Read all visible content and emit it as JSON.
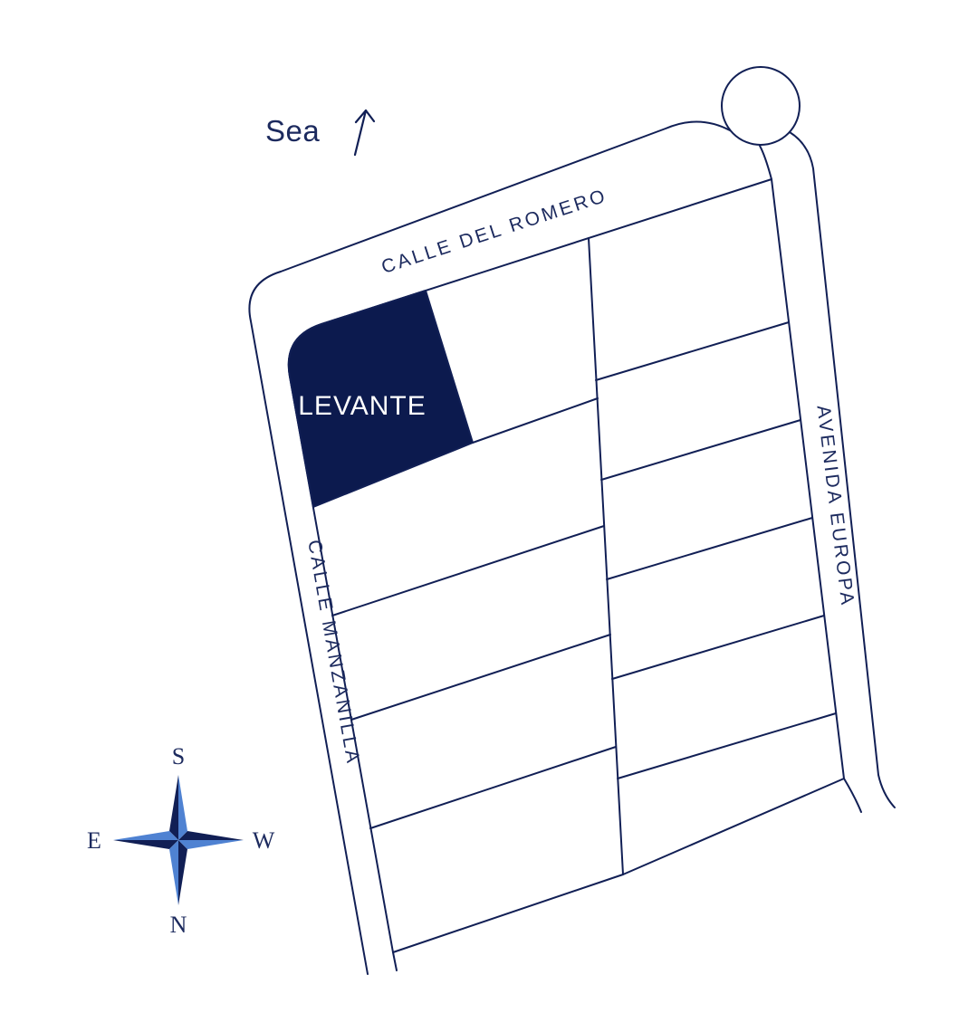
{
  "map": {
    "sea": {
      "label": "Sea"
    },
    "streets": {
      "romero": {
        "label": "CALLE DEL ROMERO"
      },
      "manzanilla": {
        "label": "CALLE MANZANILLA"
      },
      "europa": {
        "label": "AVENIDA EUROPA"
      }
    },
    "plot": {
      "label": "LEVANTE"
    },
    "compass": {
      "top": "S",
      "bottom": "N",
      "left": "E",
      "right": "W"
    },
    "colors": {
      "line": "#111f55",
      "text": "#1c2a5e",
      "plot_fill": "#0c1a4e",
      "plot_text": "#ffffff",
      "compass_dark": "#111f55",
      "compass_light": "#4f82d2",
      "background": "#ffffff"
    }
  }
}
